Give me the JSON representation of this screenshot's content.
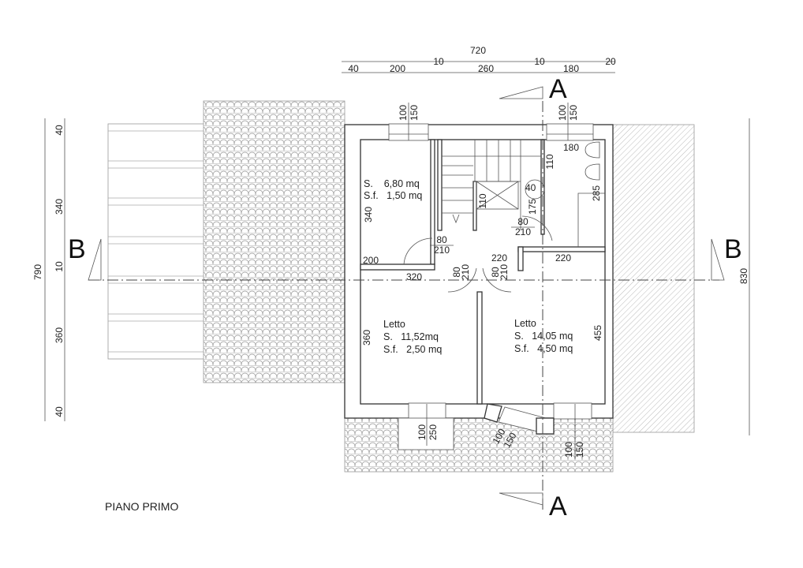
{
  "title": "PIANO PRIMO",
  "sections": {
    "a_top": "A",
    "a_bottom": "A",
    "b_left": "B",
    "b_right": "B"
  },
  "top_dimensions": {
    "total": "720",
    "segments": [
      "40",
      "200",
      "10",
      "260",
      "10",
      "180",
      "20"
    ]
  },
  "left_dimensions": {
    "total": "790",
    "segments": [
      "40",
      "340",
      "10",
      "360",
      "40"
    ]
  },
  "right_dimensions": {
    "total": "830"
  },
  "rooms": {
    "top_left": {
      "area": "S.    6,80 mq",
      "window_area": "S.f.   1,50 mq",
      "height_dim": "340",
      "width_dim": "200"
    },
    "bedroom_left": {
      "name": "Letto",
      "area": "S.   11,52mq",
      "window_area": "S.f.   2,50 mq",
      "height_dim": "360",
      "width_dim": "320"
    },
    "bedroom_right": {
      "name": "Letto",
      "area": "S.   14,05 mq",
      "window_area": "S.f.   4,50 mq",
      "height_dim": "455",
      "width_dim": "220"
    },
    "bathroom": {
      "width_dim": "180",
      "height_dim": "285",
      "dim_110": "110"
    }
  },
  "stair": {
    "dim_110": "110",
    "dim_40": "40",
    "dim_175": "175"
  },
  "hall": {
    "width_dim": "220"
  },
  "doors": [
    {
      "w": "80",
      "h": "210"
    },
    {
      "w": "80",
      "h": "210"
    },
    {
      "w": "80",
      "h": "210"
    },
    {
      "w": "80",
      "h": "210"
    }
  ],
  "windows": [
    {
      "w": "100",
      "h": "150"
    },
    {
      "w": "100",
      "h": "150"
    },
    {
      "w": "100",
      "h": "250"
    },
    {
      "w": "100",
      "h": "150"
    },
    {
      "w": "100",
      "h": "150"
    }
  ]
}
